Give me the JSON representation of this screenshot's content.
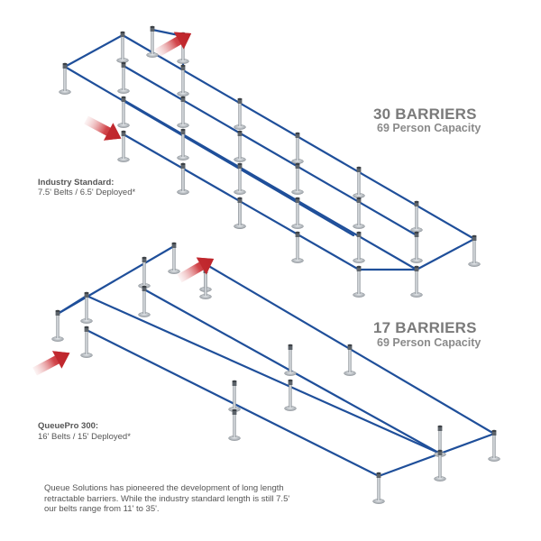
{
  "top": {
    "barrier_count": "30 BARRIERS",
    "capacity": "69 Person Capacity",
    "product_name": "Industry Standard:",
    "belt_spec": "7.5' Belts / 6.5' Deployed*"
  },
  "bottom": {
    "barrier_count": "17 BARRIERS",
    "capacity": "69 Person Capacity",
    "product_name": "QueuePro 300:",
    "belt_spec": "16' Belts / 15' Deployed*"
  },
  "footnote": {
    "lines": [
      "Queue Solutions has pioneered the development of long length",
      "retractable barriers. While the industry standard length is still 7.5'",
      "our belts range from 11' to 35'."
    ]
  },
  "colors": {
    "belt": "#1f4f9a",
    "arrow": "#c0272d",
    "post": "#9aa0a6",
    "heading": "#7a7a7a",
    "body_text": "#555555"
  }
}
